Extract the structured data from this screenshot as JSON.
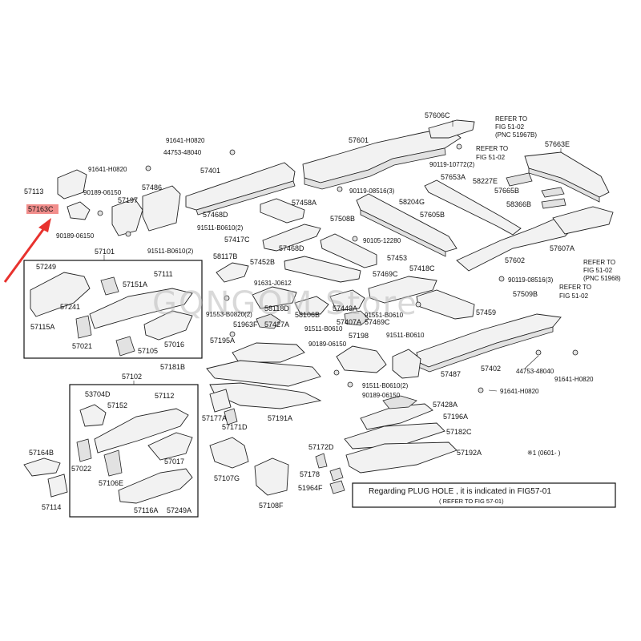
{
  "watermark": "GQNGOM Store",
  "highlight_color": "#e8322e",
  "arrow_color": "#e8322e",
  "refer_notes": {
    "top_a": [
      "REFER TO",
      "FIG 51-02",
      "(PNC 51967B)"
    ],
    "top_b": [
      "REFER TO",
      "FIG 51-02"
    ],
    "right_a": [
      "REFER TO",
      "FIG 51-02",
      "(PNC 51968)"
    ],
    "right_b": [
      "REFER TO",
      "FIG 51-02"
    ]
  },
  "footnote": "※1 (0601-     )",
  "plug_note": {
    "main": "Regarding PLUG HOLE , it is indicated in FIG57-01",
    "sub": "( REFER TO FIG 57-01)"
  },
  "group_labels": {
    "box1": "57101",
    "box2": "57102"
  },
  "parts": {
    "p57606C": "57606C",
    "p57601": "57601",
    "p57663E": "57663E",
    "p91641H0820a": "91641-H0820",
    "p44753_48040a": "44753-48040",
    "p91641H0820b": "91641-H0820",
    "p57401": "57401",
    "p57113": "57113",
    "p90189_06150a": "90189-06150",
    "p57197": "57197",
    "p57486": "57486",
    "p57163C": "57163C",
    "p90189_06150b": "90189-06150",
    "p91511_B0610_2a": "91511-B0610(2)",
    "p90119_10772": "90119-10772(2)",
    "p90119_08516_3a": "90119-08516(3)",
    "p58204G": "58204G",
    "p57653A": "57653A",
    "p58227E": "58227E",
    "p57665B": "57665B",
    "p58366B": "58366B",
    "p57458A": "57458A",
    "p57468Da": "57468D",
    "p91511_B0610_2b": "91511-B0610(2)",
    "p57508B": "57508B",
    "p57605B": "57605B",
    "p57417C": "57417C",
    "p57468Db": "57468D",
    "p90105_12280": "90105-12280",
    "p57602": "57602",
    "p57607A": "57607A",
    "p57249a": "57249",
    "p57151A": "57151A",
    "p57111": "57111",
    "p57241": "57241",
    "p57115A": "57115A",
    "p57021": "57021",
    "p57105": "57105",
    "p57016": "57016",
    "p58117B": "58117B",
    "p57452B": "57452B",
    "p57453": "57453",
    "p57469C": "57469C",
    "p57418C": "57418C",
    "p90119_08516_3b": "90119-08516(3)",
    "p91631_J0612": "91631-J0612",
    "p58118D": "58118D",
    "p58106B": "58106B",
    "p57449A": "57449A",
    "p91551_B0610": "91551-B0610",
    "p57509B": "57509B",
    "p91553_B0820": "91553-B0820(2)",
    "p51963F": "51963F",
    "p57427A": "57427A",
    "p57407A": "57407A",
    "p57469Cb": "57469C",
    "p91511_B0610a": "91511-B0610",
    "p91511_B0610b": "91511-B0610",
    "p57459": "57459",
    "p57195A": "57195A",
    "p90189_06150c": "90189-06150",
    "p57198": "57198",
    "p57181B": "57181B",
    "p57487": "57487",
    "p57402": "57402",
    "p44753_48040b": "44753-48040",
    "p91641H0820c": "91641-H0820",
    "p91511_B0610_2c": "91511-B0610(2)",
    "p90189_06150d": "90189-06150",
    "p91641H0820d": "91641-H0820",
    "p53704D": "53704D",
    "p57112": "57112",
    "p57152": "57152",
    "p57428A": "57428A",
    "p57177A": "57177A",
    "p57171D": "57171D",
    "p57191A": "57191A",
    "p57196A": "57196A",
    "p57182C": "57182C",
    "p57164B": "57164B",
    "p57022": "57022",
    "p57017": "57017",
    "p57172D": "57172D",
    "p57192A": "57192A",
    "p57106E": "57106E",
    "p57107G": "57107G",
    "p57178": "57178",
    "p51964F": "51964F",
    "p57114": "57114",
    "p57116A": "57116A",
    "p57249b": "57249A",
    "p57108F": "57108F"
  }
}
